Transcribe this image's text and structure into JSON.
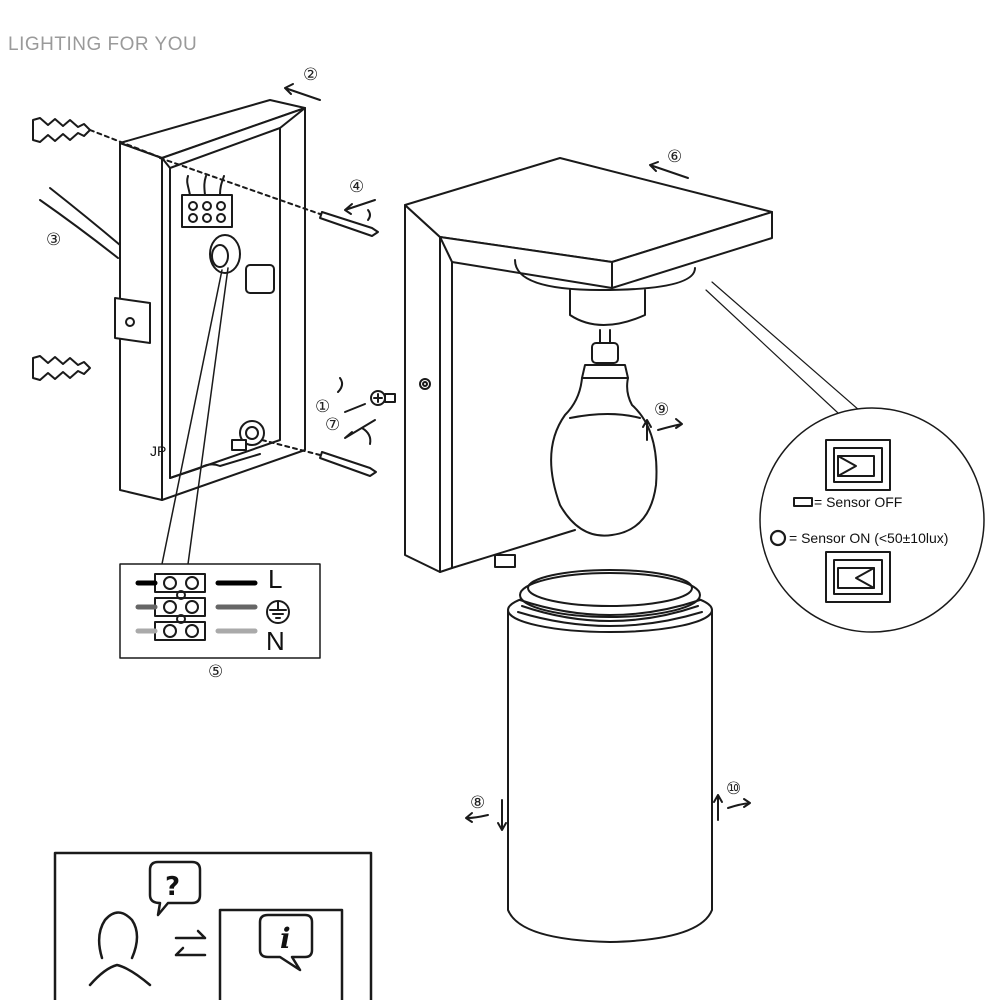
{
  "brand": "LIGHTING FOR YOU",
  "step_markers": {
    "s1": "①",
    "s2": "②",
    "s3": "③",
    "s4": "④",
    "s5": "⑤",
    "s6": "⑥",
    "s7": "⑦",
    "s8": "⑧",
    "s9": "⑨",
    "s10": "⑩"
  },
  "wiring": {
    "live": "L",
    "neutral": "N"
  },
  "sensor": {
    "off_label": "= Sensor OFF",
    "on_label": "= Sensor ON (<50±10lux)"
  },
  "backplate_mark": "JP",
  "help_icons": {
    "question": "?",
    "info": "i"
  }
}
